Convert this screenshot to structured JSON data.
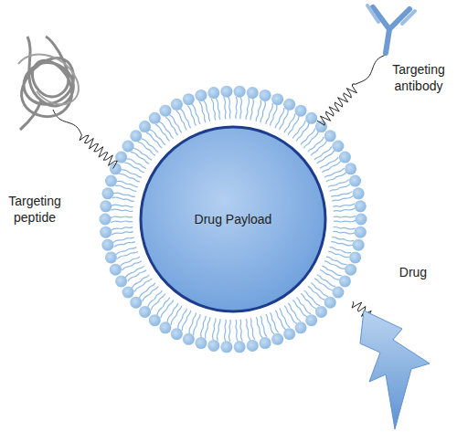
{
  "diagram": {
    "nodes": [
      {
        "text": [
          "Drug Payload"
        ]
      }
    ],
    "labels": [
      "Targeting peptide",
      "Targeting antibody",
      "Drug"
    ]
  }
}
